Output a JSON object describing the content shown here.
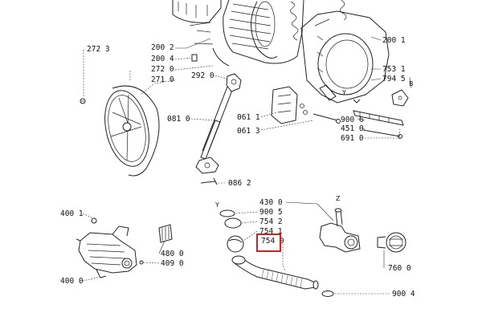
{
  "diagram": {
    "part_labels": {
      "p2723": "272 3",
      "p2002": "200 2",
      "p2004": "200 4",
      "p2720": "272 0",
      "p2710": "271 0",
      "p2920": "292 0",
      "p2001": "200 1",
      "p7531": "753 1",
      "p7945": "794 5",
      "p0810": "081 0",
      "p0611": "061 1",
      "p0613": "061 3",
      "p9006": "900 6",
      "p4510": "451 0",
      "p6910": "691 0",
      "p0862": "086 2",
      "p4300": "430 0",
      "p9005": "900 5",
      "p7542": "754 2",
      "p7541": "754 1",
      "p7540": "754 0",
      "p4001": "400 1",
      "p4800": "480 0",
      "p4090": "409 0",
      "p4000": "400 0",
      "p7600": "760 0",
      "p9004": "900 4"
    },
    "callout_letters": {
      "y1": "Y",
      "y2": "Y",
      "z": "Z",
      "b": "B"
    },
    "highlight": {
      "target_label": "754 0",
      "color": "#cc2222"
    }
  }
}
